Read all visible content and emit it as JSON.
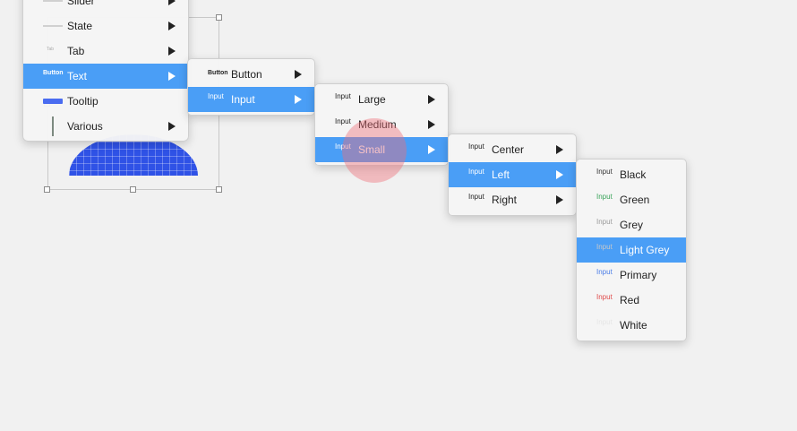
{
  "main_menu": {
    "items": [
      {
        "label": "Slider",
        "icon": "slider-icon"
      },
      {
        "label": "State",
        "icon": "state-icon"
      },
      {
        "label": "Tab",
        "icon": "tab-icon",
        "thumb": "Tab"
      },
      {
        "label": "Text",
        "icon": "text-icon",
        "thumb": "Button",
        "selected": true
      },
      {
        "label": "Tooltip",
        "icon": "tooltip-icon"
      },
      {
        "label": "Various",
        "icon": "various-icon"
      }
    ]
  },
  "text_menu": {
    "items": [
      {
        "label": "Button",
        "thumb": "Button"
      },
      {
        "label": "Input",
        "thumb": "Input",
        "selected": true
      }
    ]
  },
  "input_menu": {
    "items": [
      {
        "label": "Large",
        "thumb": "Input"
      },
      {
        "label": "Medium",
        "thumb": "Input"
      },
      {
        "label": "Small",
        "thumb": "Input",
        "selected": true
      }
    ]
  },
  "small_menu": {
    "items": [
      {
        "label": "Center",
        "thumb": "Input"
      },
      {
        "label": "Left",
        "thumb": "Input",
        "selected": true
      },
      {
        "label": "Right",
        "thumb": "Input"
      }
    ]
  },
  "left_menu": {
    "items": [
      {
        "label": "Black",
        "thumb": "Input",
        "color": "#333333"
      },
      {
        "label": "Green",
        "thumb": "Input",
        "color": "#3aa35a"
      },
      {
        "label": "Grey",
        "thumb": "Input",
        "color": "#9a9a9a"
      },
      {
        "label": "Light Grey",
        "thumb": "Input",
        "color": "#c9c9c9",
        "selected": true
      },
      {
        "label": "Primary",
        "thumb": "Input",
        "color": "#4a7de8"
      },
      {
        "label": "Red",
        "thumb": "Input",
        "color": "#e04a4a"
      },
      {
        "label": "White",
        "thumb": "Input",
        "color": "#e6e6e6"
      }
    ]
  },
  "colors": {
    "selection": "#4a9ef6",
    "shape_fill": "#2f52e6"
  }
}
